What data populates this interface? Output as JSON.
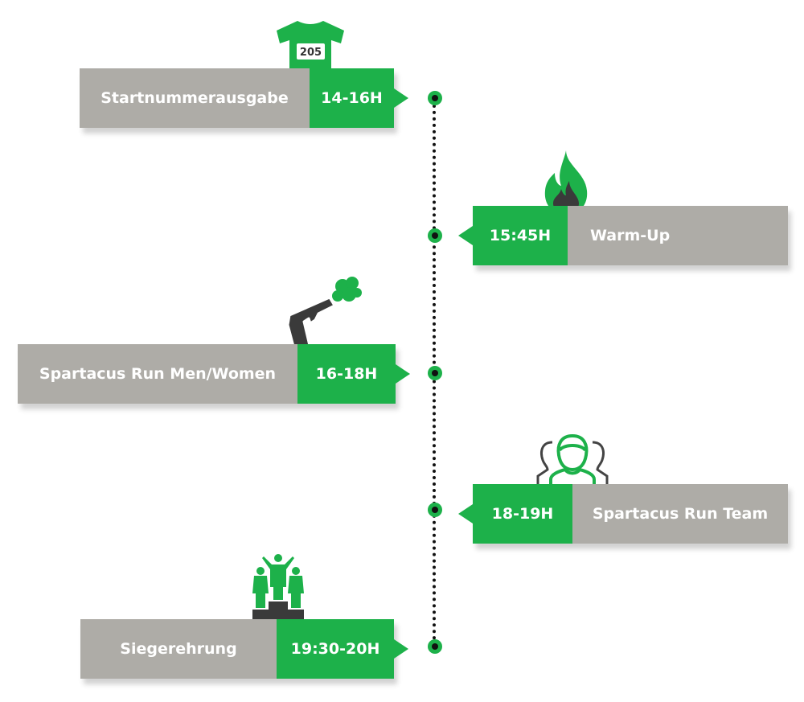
{
  "colors": {
    "accent": "#1db14a",
    "label_bg": "#aeaca7",
    "dots": "#111111"
  },
  "events": [
    {
      "label": "Startnummerausgabe",
      "time": "14-16H",
      "icon": "shirt-icon",
      "bib_number": "205"
    },
    {
      "label": "Warm-Up",
      "time": "15:45H",
      "icon": "flame-icon"
    },
    {
      "label": "Spartacus Run Men/Women",
      "time": "16-18H",
      "icon": "starting-pistol-icon"
    },
    {
      "label": "Spartacus Run Team",
      "time": "18-19H",
      "icon": "team-icon"
    },
    {
      "label": "Siegerehrung",
      "time": "19:30-20H",
      "icon": "podium-icon"
    }
  ]
}
